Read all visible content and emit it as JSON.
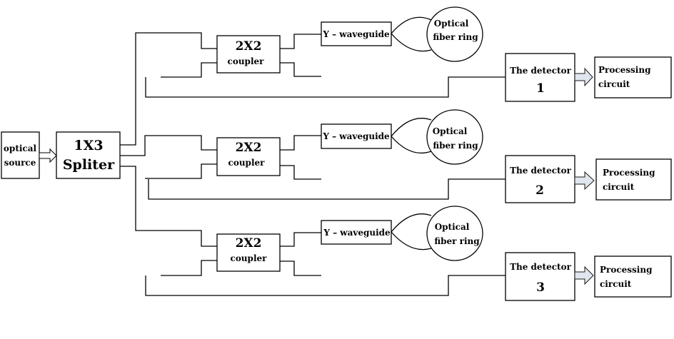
{
  "source": {
    "line1": "optical",
    "line2": "source"
  },
  "splitter": {
    "line1": "1X3",
    "line2": "Spliter"
  },
  "coupler": {
    "title": "2X2",
    "sub": "coupler"
  },
  "waveguide": {
    "label": "Y – waveguide"
  },
  "fiber_ring": {
    "line1": "Optical",
    "line2": "fiber ring"
  },
  "detector": {
    "label": "The detector"
  },
  "processing": {
    "line1": "Processing",
    "line2": "circuit"
  },
  "channels": [
    "1",
    "2",
    "3"
  ]
}
